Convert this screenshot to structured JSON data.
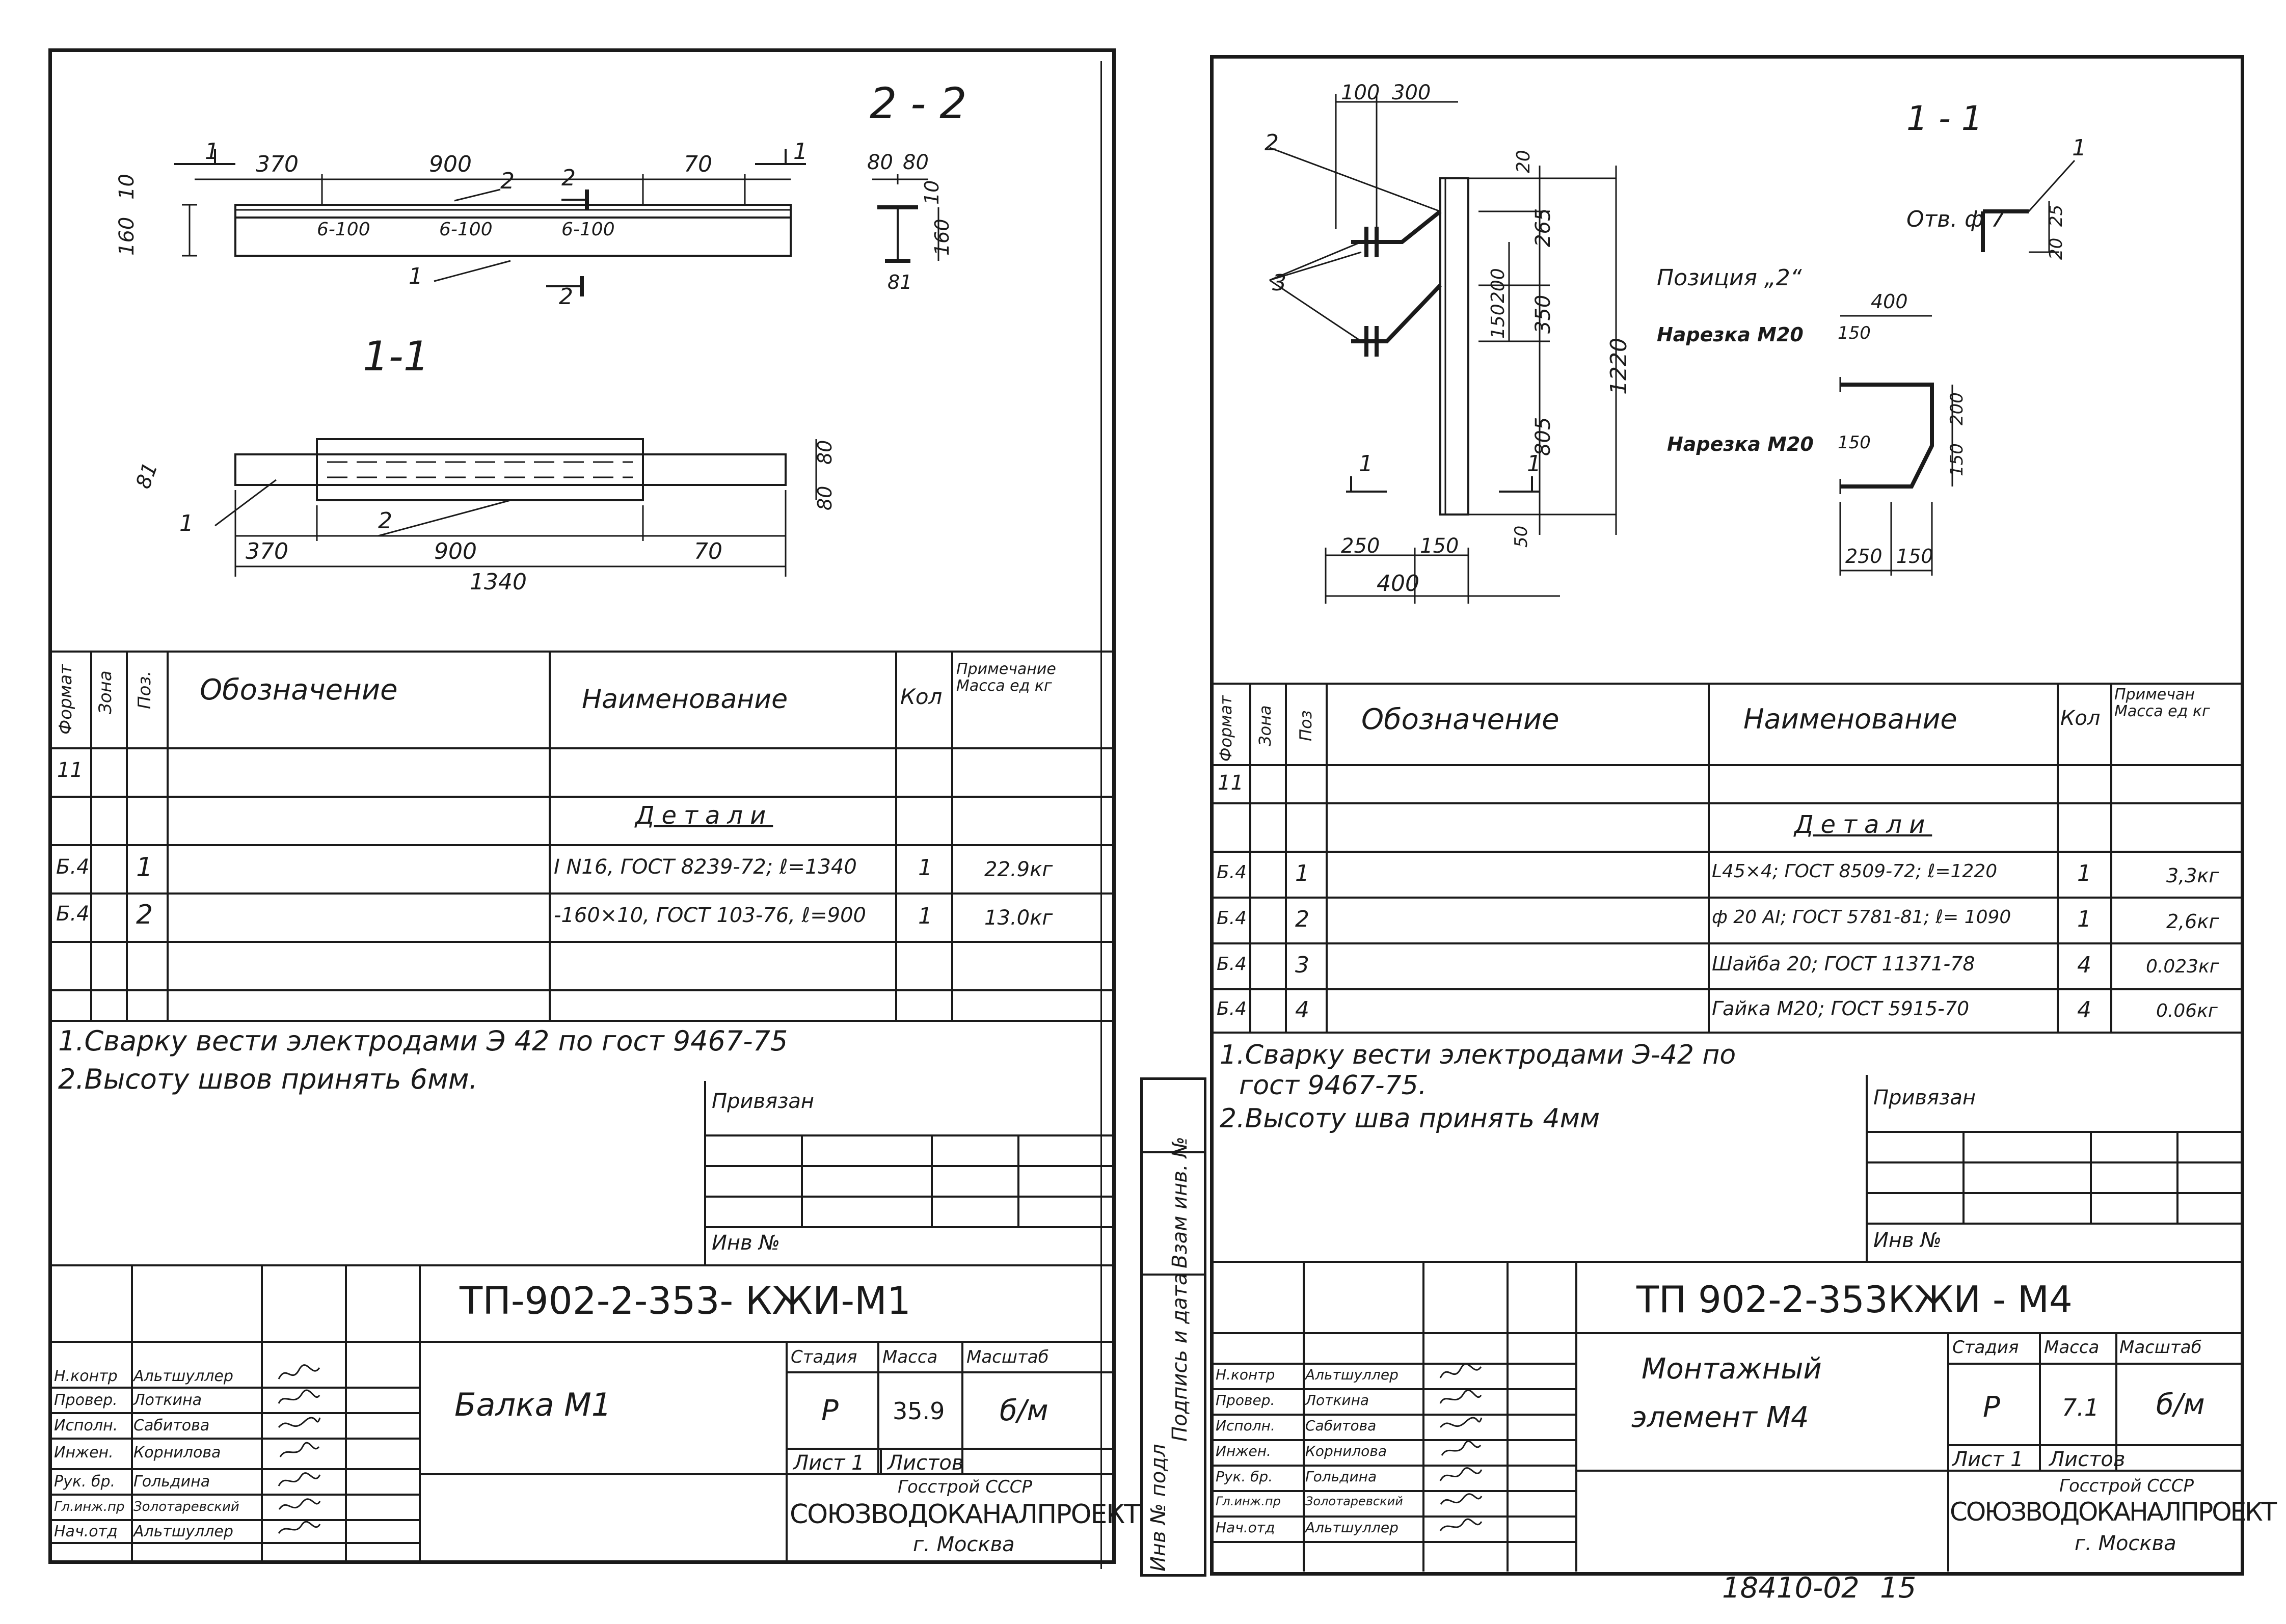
{
  "left_sheet": {
    "sections": {
      "a": "2 - 2",
      "b": "1-1"
    },
    "dims": {
      "d370": "370",
      "d900": "900",
      "d70": "70",
      "d10": "10",
      "d160": "160",
      "d80": "80",
      "d81": "81",
      "d1340": "1340",
      "seg": "6-100"
    },
    "callouts": {
      "c1": "1",
      "c2": "2"
    },
    "spec": {
      "headers": {
        "format": "Формат",
        "zone": "Зона",
        "pos": "Поз.",
        "designation": "Обозначение",
        "name": "Наименование",
        "qty": "Кол",
        "note": "Примечание Масса ед кг"
      },
      "format_code": "11",
      "group_title": "Детали",
      "rows": [
        {
          "format": "Б.4",
          "pos": "1",
          "name": "I N16, ГОСТ 8239-72; ℓ=1340",
          "qty": "1",
          "mass": "22.9кг"
        },
        {
          "format": "Б.4",
          "pos": "2",
          "name": "-160×10, ГОСТ 103-76, ℓ=900",
          "qty": "1",
          "mass": "13.0кг"
        }
      ]
    },
    "notes": [
      "1.Сварку вести электродами Э 42 по гост 9467-75",
      "2.Высоту швов принять 6мм."
    ],
    "attached": "Привязан",
    "inv": "Инв №",
    "title_block": {
      "code": "ТП-902-2-353- КЖИ-М1",
      "item": "Балка   М1",
      "stage_h": "Стадия",
      "mass_h": "Масса",
      "scale_h": "Масштаб",
      "stage": "Р",
      "mass": "35.9",
      "scale": "б/м",
      "sheet": "Лист 1",
      "sheets": "Листов",
      "org_top": "Госстрой СССР",
      "org": "СОЮЗВОДОКАНАЛПРОЕКТ",
      "city": "г. Москва",
      "signers": [
        {
          "role": "Н.контр",
          "name": "Альтшуллер"
        },
        {
          "role": "Провер.",
          "name": "Лоткина"
        },
        {
          "role": "Исполн.",
          "name": "Сабитова"
        },
        {
          "role": "Инжен.",
          "name": "Корнилова"
        },
        {
          "role": "Рук. бр.",
          "name": "Гольдина"
        },
        {
          "role": "Гл.инж.пр",
          "name": "Золотаревский"
        },
        {
          "role": "Нач.отд",
          "name": "Альтшуллер"
        }
      ]
    }
  },
  "right_sheet": {
    "sections": {
      "a": "1 - 1"
    },
    "labels": {
      "hole": "Отв. ф 7",
      "position": "Позиция „2“",
      "thread1": "Нарезка  М20",
      "thread2": "Нарезка М20"
    },
    "dims": {
      "d100": "100",
      "d300": "300",
      "d20": "20",
      "d265": "265",
      "d350": "350",
      "d1220": "1220",
      "d200": "200",
      "d150": "150",
      "d805": "805",
      "d50": "50",
      "d250": "250",
      "d400": "400",
      "d25": "25"
    },
    "callouts": {
      "c1": "1",
      "c2": "2",
      "c3": "3"
    },
    "spec": {
      "headers": {
        "format": "Формат",
        "zone": "Зона",
        "pos": "Поз",
        "designation": "Обозначение",
        "name": "Наименование",
        "qty": "Кол",
        "note": "Примечан Масса ед кг"
      },
      "format_code": "11",
      "group_title": "Детали",
      "rows": [
        {
          "format": "Б.4",
          "pos": "1",
          "name": "L45×4; ГОСТ 8509-72; ℓ=1220",
          "qty": "1",
          "mass": "3,3кг"
        },
        {
          "format": "Б.4",
          "pos": "2",
          "name": "ф 20 АI; ГОСТ 5781-81; ℓ= 1090",
          "qty": "1",
          "mass": "2,6кг"
        },
        {
          "format": "Б.4",
          "pos": "3",
          "name": "Шайба 20; ГОСТ 11371-78",
          "qty": "4",
          "mass": "0.023кг"
        },
        {
          "format": "Б.4",
          "pos": "4",
          "name": "Гайка М20; ГОСТ 5915-70",
          "qty": "4",
          "mass": "0.06кг"
        }
      ]
    },
    "notes": [
      "1.Сварку вести электродами Э-42 по",
      "гост 9467-75.",
      "2.Высоту шва принять 4мм"
    ],
    "attached": "Привязан",
    "inv": "Инв №",
    "margin": {
      "m1": "Инв № подл",
      "m2": "Подпись и дата",
      "m3": "Взам инв. №"
    },
    "title_block": {
      "code": "ТП 902-2-353КЖИ - М4",
      "item1": "Монтажный",
      "item2": "элемент  М4",
      "stage_h": "Стадия",
      "mass_h": "Масса",
      "scale_h": "Масштаб",
      "stage": "Р",
      "mass": "7.1",
      "scale": "б/м",
      "sheet": "Лист 1",
      "sheets": "Листов",
      "org_top": "Госстрой СССР",
      "org": "СОЮЗВОДОКАНАЛПРОЕКТ",
      "city": "г. Москва",
      "signers": [
        {
          "role": "Н.контр",
          "name": "Альтшуллер"
        },
        {
          "role": "Провер.",
          "name": "Лоткина"
        },
        {
          "role": "Исполн.",
          "name": "Сабитова"
        },
        {
          "role": "Инжен.",
          "name": "Корнилова"
        },
        {
          "role": "Рук. бр.",
          "name": "Гольдина"
        },
        {
          "role": "Гл.инж.пр",
          "name": "Золотаревский"
        },
        {
          "role": "Нач.отд",
          "name": "Альтшуллер"
        }
      ]
    }
  },
  "footer": {
    "doc_number": "18410-02",
    "page": "15"
  }
}
